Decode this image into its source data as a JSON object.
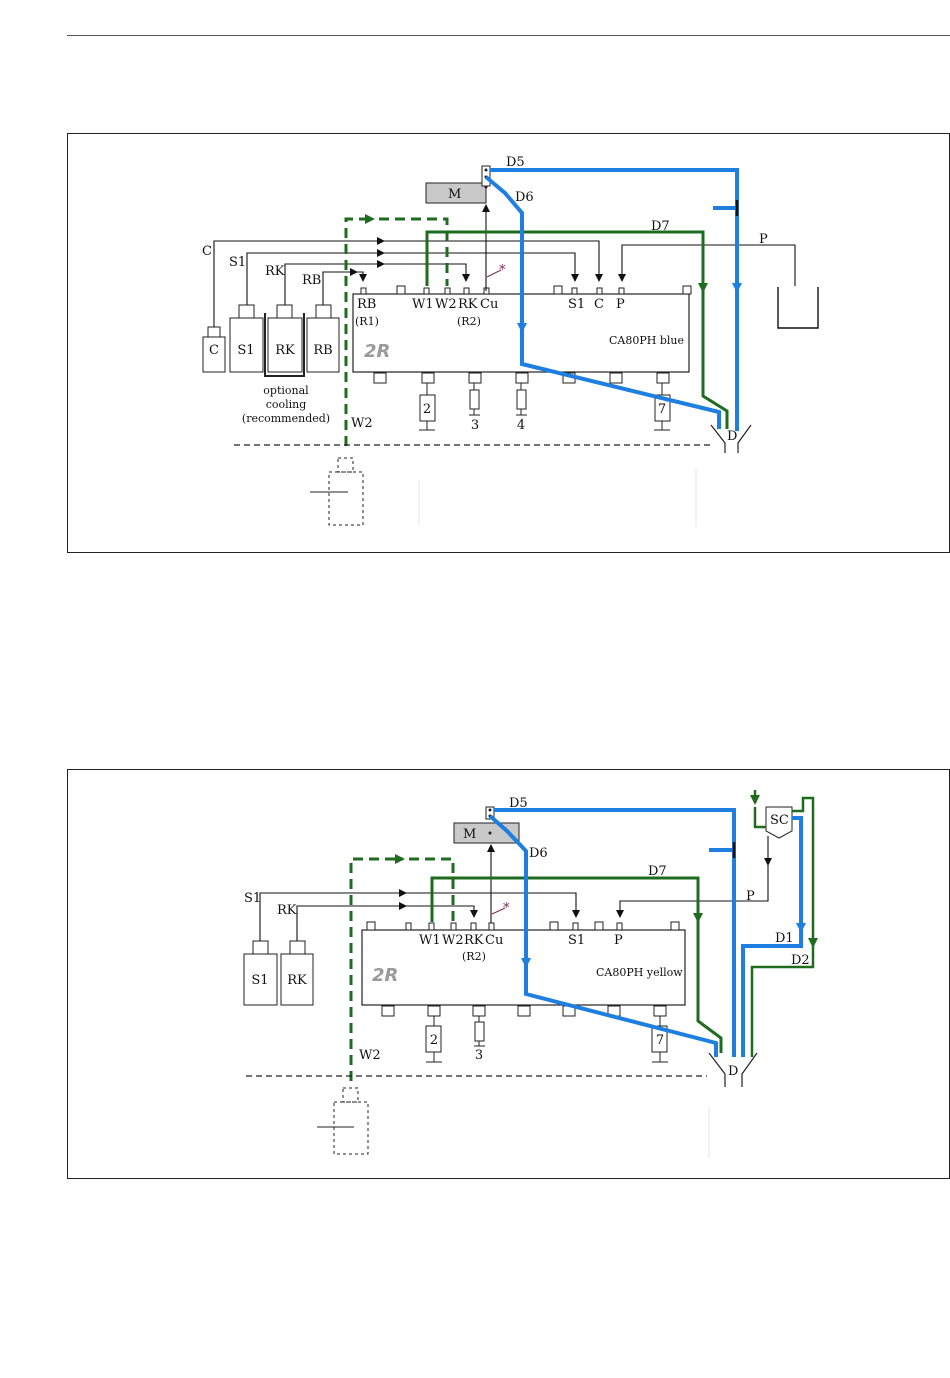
{
  "colors": {
    "drain_blue": "#1f7fe0",
    "water_green": "#1f6b1f",
    "line_black": "#111111",
    "marker_purple": "#7a2a5a",
    "motor_gray": "#c9c9c9",
    "logo_gray": "#9a9a9a"
  },
  "diagram_top": {
    "motor_label": "M",
    "drain_labels": {
      "d5": "D5",
      "d6": "D6",
      "d7": "D7",
      "d": "D"
    },
    "p_label": "P",
    "side_labels": {
      "c": "C",
      "s1": "S1",
      "rk": "RK",
      "rb": "RB"
    },
    "bottles": [
      "C",
      "S1",
      "RK",
      "RB"
    ],
    "cooling_note": [
      "optional",
      "cooling",
      "(recommended)"
    ],
    "w2_label": "W2",
    "ports_top": {
      "rb": "RB",
      "r1": "(R1)",
      "w1": "W1",
      "w2": "W2",
      "rk": "RK",
      "cu": "Cu",
      "r2": "(R2)",
      "s1": "S1",
      "c": "C",
      "p": "P"
    },
    "asterisk": "*",
    "logo": "2R",
    "device_label": "CA80PH blue",
    "pumps": [
      "2",
      "3",
      "4",
      "7"
    ]
  },
  "diagram_bottom": {
    "motor_label": "M",
    "drain_labels": {
      "d5": "D5",
      "d6": "D6",
      "d7": "D7",
      "d1": "D1",
      "d2": "D2",
      "d": "D"
    },
    "p_label": "P",
    "sc_label": "SC",
    "side_labels": {
      "s1": "S1",
      "rk": "RK"
    },
    "bottles": [
      "S1",
      "RK"
    ],
    "w2_label": "W2",
    "ports_top": {
      "w1": "W1",
      "w2": "W2",
      "rk": "RK",
      "cu": "Cu",
      "r2": "(R2)",
      "s1": "S1",
      "p": "P"
    },
    "asterisk": "*",
    "logo": "2R",
    "device_label": "CA80PH yellow",
    "pumps": [
      "2",
      "3",
      "7"
    ]
  }
}
